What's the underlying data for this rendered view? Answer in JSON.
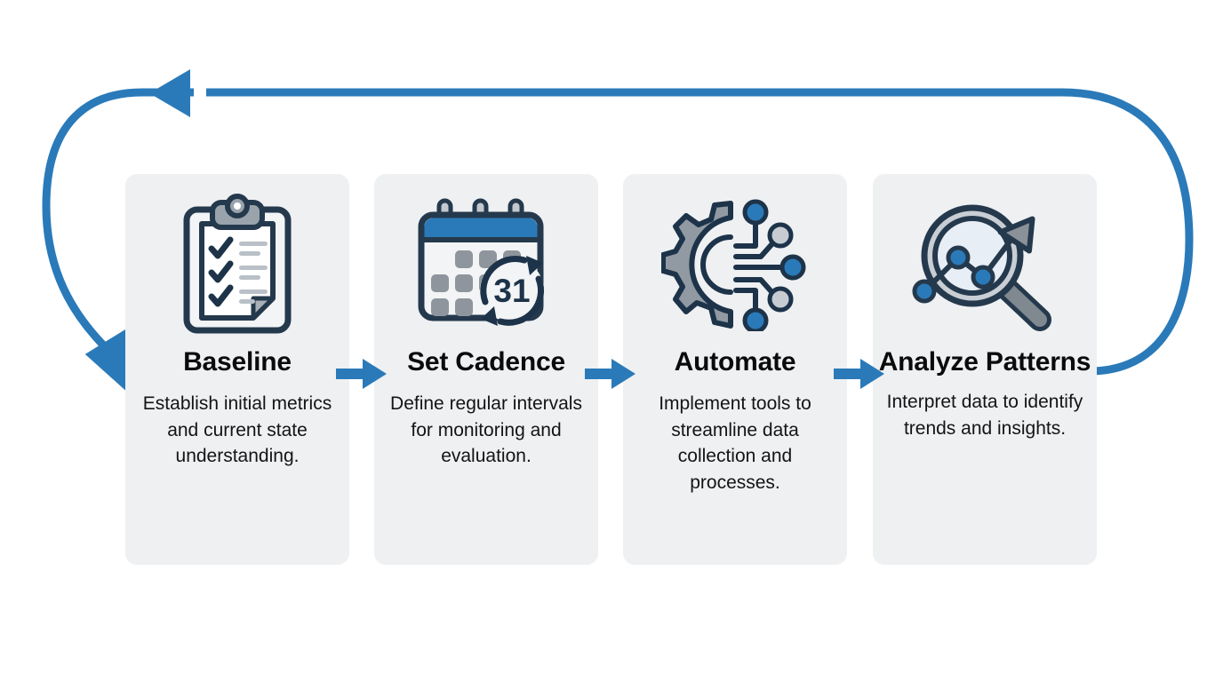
{
  "diagram": {
    "type": "cyclical-process-flow",
    "background_color": "#ffffff",
    "card_color": "#eef0f2",
    "accent_blue": "#2a7ab9",
    "icon_outline": "#25394d",
    "icon_gray": "#8b9199",
    "title_color": "#0b0b0b",
    "loop": {
      "name": "feedback-loop",
      "color": "#2a7ab9",
      "stroke_width": 9,
      "direction": "right-to-left-return",
      "head_top_label": "left-arrowhead",
      "head_bottom_label": "down-right-arrowhead"
    },
    "steps": [
      {
        "index": 1,
        "icon": "clipboard-checklist-icon",
        "title": "Baseline",
        "description": "Establish initial metrics and current state understanding."
      },
      {
        "index": 2,
        "icon": "calendar-refresh-31-icon",
        "icon_label": "31",
        "title": "Set Cadence",
        "description": "Define regular intervals for monitoring and evaluation."
      },
      {
        "index": 3,
        "icon": "gear-circuit-icon",
        "title": "Automate",
        "description": "Implement tools to streamline data collection and processes."
      },
      {
        "index": 4,
        "icon": "magnifier-trend-chart-icon",
        "title": "Analyze Patterns",
        "description": "Interpret data to identify trends and insights."
      }
    ],
    "connectors": [
      {
        "name": "arrow-baseline-to-cadence",
        "icon": "right-arrow-icon"
      },
      {
        "name": "arrow-cadence-to-automate",
        "icon": "right-arrow-icon"
      },
      {
        "name": "arrow-automate-to-analyze",
        "icon": "right-arrow-icon"
      }
    ]
  }
}
